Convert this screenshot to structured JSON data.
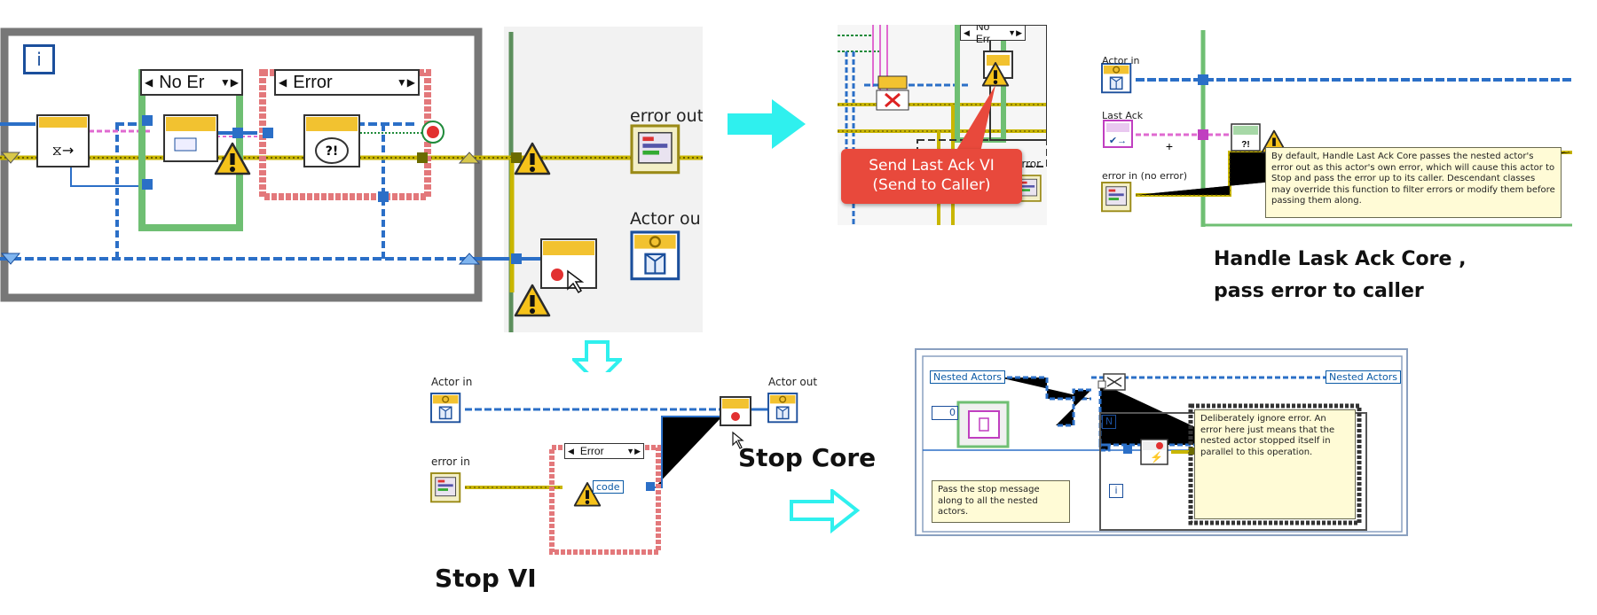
{
  "panel_main": {
    "iteration_terminal": "i",
    "case1_selector": "No Er",
    "case2_selector": "Error",
    "error_out_label": "error out",
    "actor_out_label": "Actor ou"
  },
  "panel_send": {
    "case_selector": "No Err",
    "callout_line1": "Send  Last Ack VI",
    "callout_line2": "(Send to Caller)",
    "error_label": "error"
  },
  "panel_handle": {
    "actor_in_label": "Actor in",
    "last_ack_label": "Last Ack",
    "error_in_label": "error in (no error)",
    "comment": "By default, Handle Last Ack Core passes the nested actor's error out as this actor's own error, which will cause this actor to Stop and pass the error up to its caller. Descendant classes may override this function to filter errors or modify them before passing them along.",
    "caption_line1": "Handle Lask Ack Core ,",
    "caption_line2": "pass error to caller"
  },
  "panel_stop_vi": {
    "actor_in_label": "Actor in",
    "actor_out_label": "Actor out",
    "error_in_label": "error in",
    "case_selector": "Error",
    "code_label": "code",
    "caption": "Stop VI",
    "stop_core_caption": "Stop Core"
  },
  "panel_stop_core": {
    "nested_actors_left": "Nested Actors",
    "nested_actors_right": "Nested Actors",
    "n_terminal": "N",
    "i_terminal": "i",
    "constant_zero": "0",
    "comment_left": "Pass the stop message along to all the nested actors.",
    "comment_right": "Deliberately ignore error. An error here just means that the nested actor stopped itself in parallel to this operation."
  },
  "colors": {
    "arrow_cyan": "#2ff0ee",
    "error_wire": "#c9b600",
    "class_wire": "#2b6fc7",
    "warning_yellow": "#f6c21a",
    "callout_red": "#e8493c",
    "case_green": "#6fbf73",
    "case_red": "#e3787b"
  },
  "icons": [
    "warning-icon",
    "stop-icon",
    "arrow-right-icon",
    "arrow-down-icon",
    "actor-class-icon",
    "error-cluster-icon"
  ]
}
